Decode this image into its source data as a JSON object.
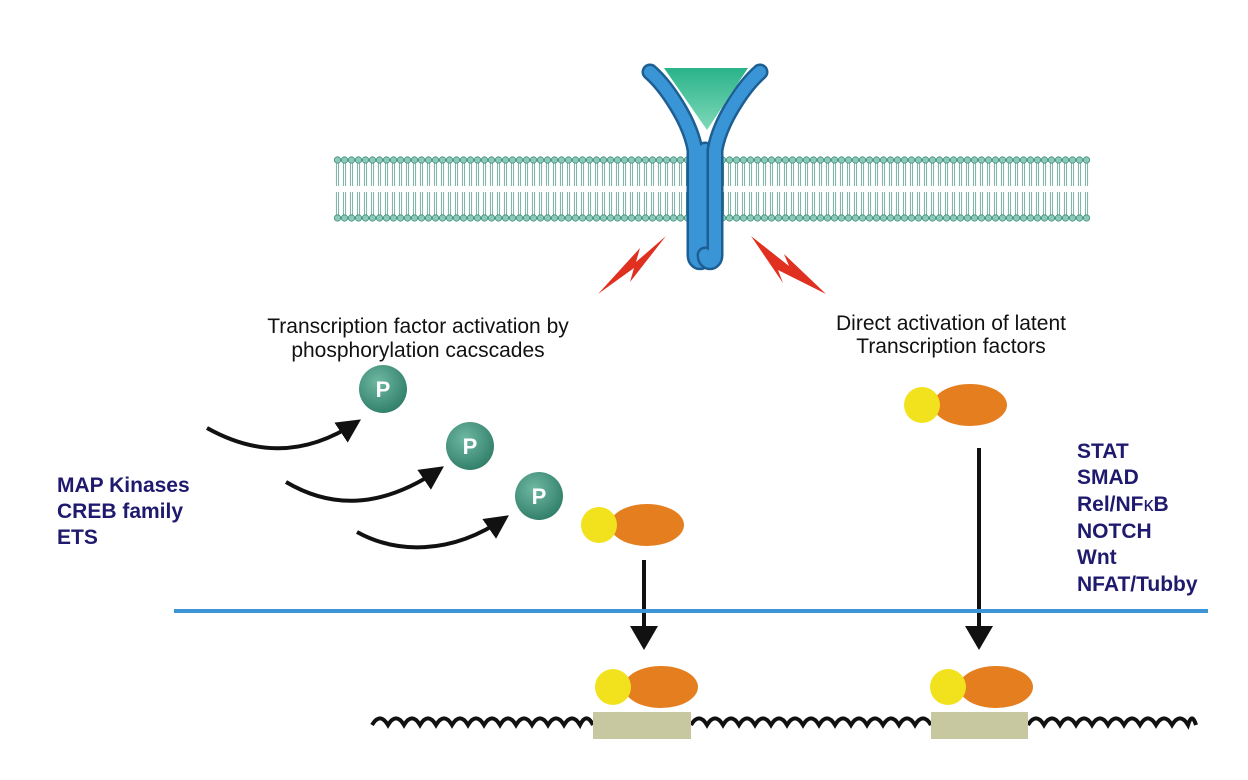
{
  "left_pathway": {
    "title_line1": "Transcription factor activation by",
    "title_line2": "phosphorylation cacscades",
    "phospho_label": "P",
    "families": [
      "MAP Kinases",
      "CREB family",
      "ETS"
    ]
  },
  "right_pathway": {
    "title_line1": "Direct activation of latent",
    "title_line2": "Transcription factors",
    "families": [
      "STAT",
      "SMAD",
      "Rel/NF",
      "NOTCH",
      "Wnt",
      "NFAT/Tubby"
    ],
    "nfkb_kappa": "κ",
    "nfkb_suffix": "B"
  },
  "colors": {
    "membrane": "#7fbfae",
    "membrane_dark": "#3e8f7c",
    "receptor": "#2f86c8",
    "ligand": "#1fa37a",
    "signal": "#e03020",
    "phospho": "#3f8f78",
    "tf_yellow": "#f2e21e",
    "tf_orange": "#e57e1f",
    "nuclear_membrane": "#3d95d6",
    "promoter": "#c8c8a0",
    "label_blue": "#1f1a6e"
  }
}
